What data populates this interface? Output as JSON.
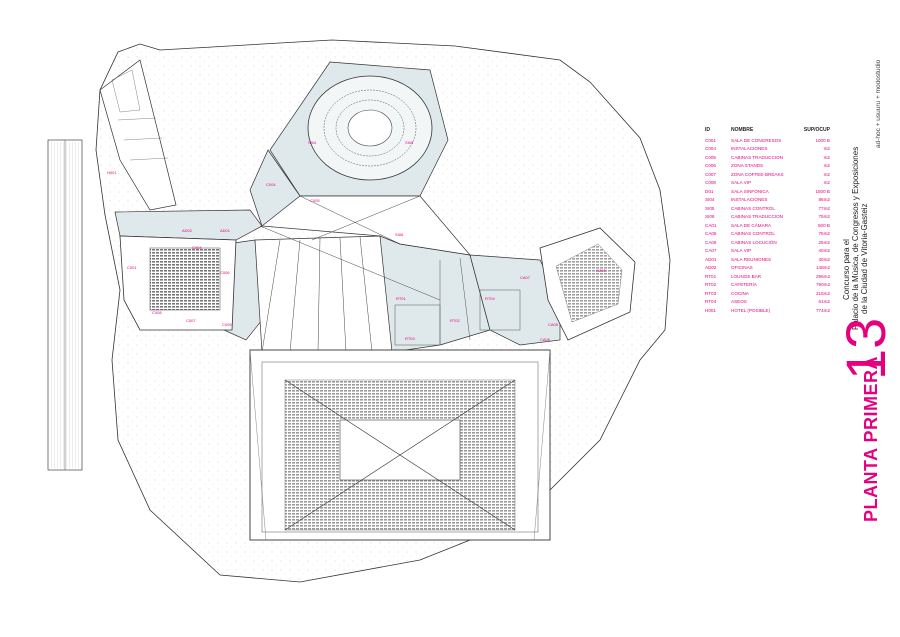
{
  "sheet": {
    "number": "13",
    "title": "PLANTA PRIMERA",
    "subtitle_lines": [
      "Concurso para el",
      "Palacio de la Música, de Congresos y Exposiciones",
      "de la Ciudad de Vitoria-Gasteiz"
    ],
    "authors": "ad-hoc + usuuru + modostudio"
  },
  "legend": {
    "headers": {
      "id": "ID",
      "name": "NOMBRE",
      "size": "SUP/OCUP"
    },
    "rows": [
      {
        "id": "C001",
        "name": "SALA DE CONGRESOS",
        "size": "1000 B"
      },
      {
        "id": "C004",
        "name": "INSTALACIONES",
        "size": "m2"
      },
      {
        "id": "C005",
        "name": "CABINAS TRADUCCION",
        "size": "m2"
      },
      {
        "id": "C006",
        "name": "ZONA STANDS",
        "size": "m2"
      },
      {
        "id": "C007",
        "name": "ZONA COFFEE-BREAKS",
        "size": "m2"
      },
      {
        "id": "C008",
        "name": "SALA VIP",
        "size": "m2"
      },
      {
        "id": "D01",
        "name": "SALA SINFÓNICA",
        "size": "1500 B"
      },
      {
        "id": "SI04",
        "name": "INSTALACIONES",
        "size": "86m2"
      },
      {
        "id": "SI05",
        "name": "CABINAS CONTROL",
        "size": "77m2"
      },
      {
        "id": "SI06",
        "name": "CABINAS TRADUCCION",
        "size": "75m2"
      },
      {
        "id": "CA01",
        "name": "SALA DE CÁMARA",
        "size": "500 B"
      },
      {
        "id": "CA05",
        "name": "CABINAS CONTROL",
        "size": "75m2"
      },
      {
        "id": "CA06",
        "name": "CABINAS LOCUCIÓN",
        "size": "25m2"
      },
      {
        "id": "CA07",
        "name": "SALA VIP",
        "size": "40m2"
      },
      {
        "id": "AD01",
        "name": "SALA REUNIONES",
        "size": "40m2"
      },
      {
        "id": "AD02",
        "name": "OFICINAS",
        "size": "148m2"
      },
      {
        "id": "RT01",
        "name": "LOUNGE BAR",
        "size": "296m2"
      },
      {
        "id": "RT02",
        "name": "CAFETERÍA",
        "size": "790m2"
      },
      {
        "id": "RT03",
        "name": "COCINA",
        "size": "215m2"
      },
      {
        "id": "RT04",
        "name": "ASEOS",
        "size": "61m2"
      },
      {
        "id": "H001",
        "name": "HOTEL (POSIBLE)",
        "size": "774m2"
      }
    ]
  },
  "plan_labels": {
    "l1": "SI04",
    "l2": "SI05",
    "l3": "SI06",
    "l4": "C001",
    "l5": "C004",
    "l6": "C005",
    "l7": "C006",
    "l8": "C007",
    "l9": "C008",
    "l10": "AD01",
    "l11": "AD02",
    "l12": "RT01",
    "l13": "RT02",
    "l14": "RT03",
    "l15": "RT04",
    "l16": "CA01",
    "l17": "CA05",
    "l18": "CA06",
    "l19": "CA07",
    "l20": "H001",
    "l21": "C004",
    "l22": "C005"
  },
  "colors": {
    "accent": "#e6007e",
    "fill": "#dfe9ec",
    "line": "#333333"
  }
}
